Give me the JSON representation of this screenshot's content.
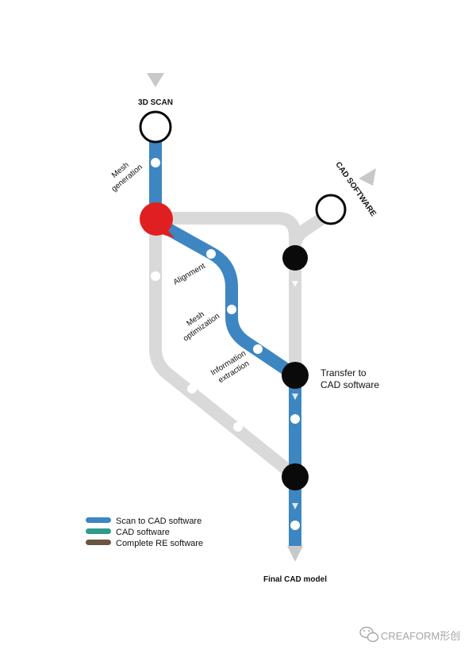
{
  "colors": {
    "track_gray": "#d9d9d9",
    "scan_blue": "#3d86c2",
    "cad_green": "#2e9b8c",
    "re_brown": "#6a5545",
    "station_black": "#0a0a0a",
    "start_red": "#e02020",
    "dot_white": "#ffffff",
    "arrow_gray": "#c8c8c8"
  },
  "labels": {
    "scan_start": "3D SCAN",
    "cad_start": "CAD SOFTWARE",
    "mesh_generation_1": "Mesh",
    "mesh_generation_2": "generation",
    "alignment": "Alignment",
    "mesh_optimization_1": "Mesh",
    "mesh_optimization_2": "optimization",
    "information_extraction_1": "Information",
    "information_extraction_2": "extraction",
    "transfer_1": "Transfer to",
    "transfer_2": "CAD software",
    "final": "Final CAD model"
  },
  "legend": [
    {
      "label": "Scan to CAD software",
      "color": "#3d86c2"
    },
    {
      "label": "CAD software",
      "color": "#2e9b8c"
    },
    {
      "label": "Complete RE software",
      "color": "#6a5545"
    }
  ],
  "watermark": {
    "icon": "wechat-icon",
    "text": "CREAFORM形创"
  }
}
